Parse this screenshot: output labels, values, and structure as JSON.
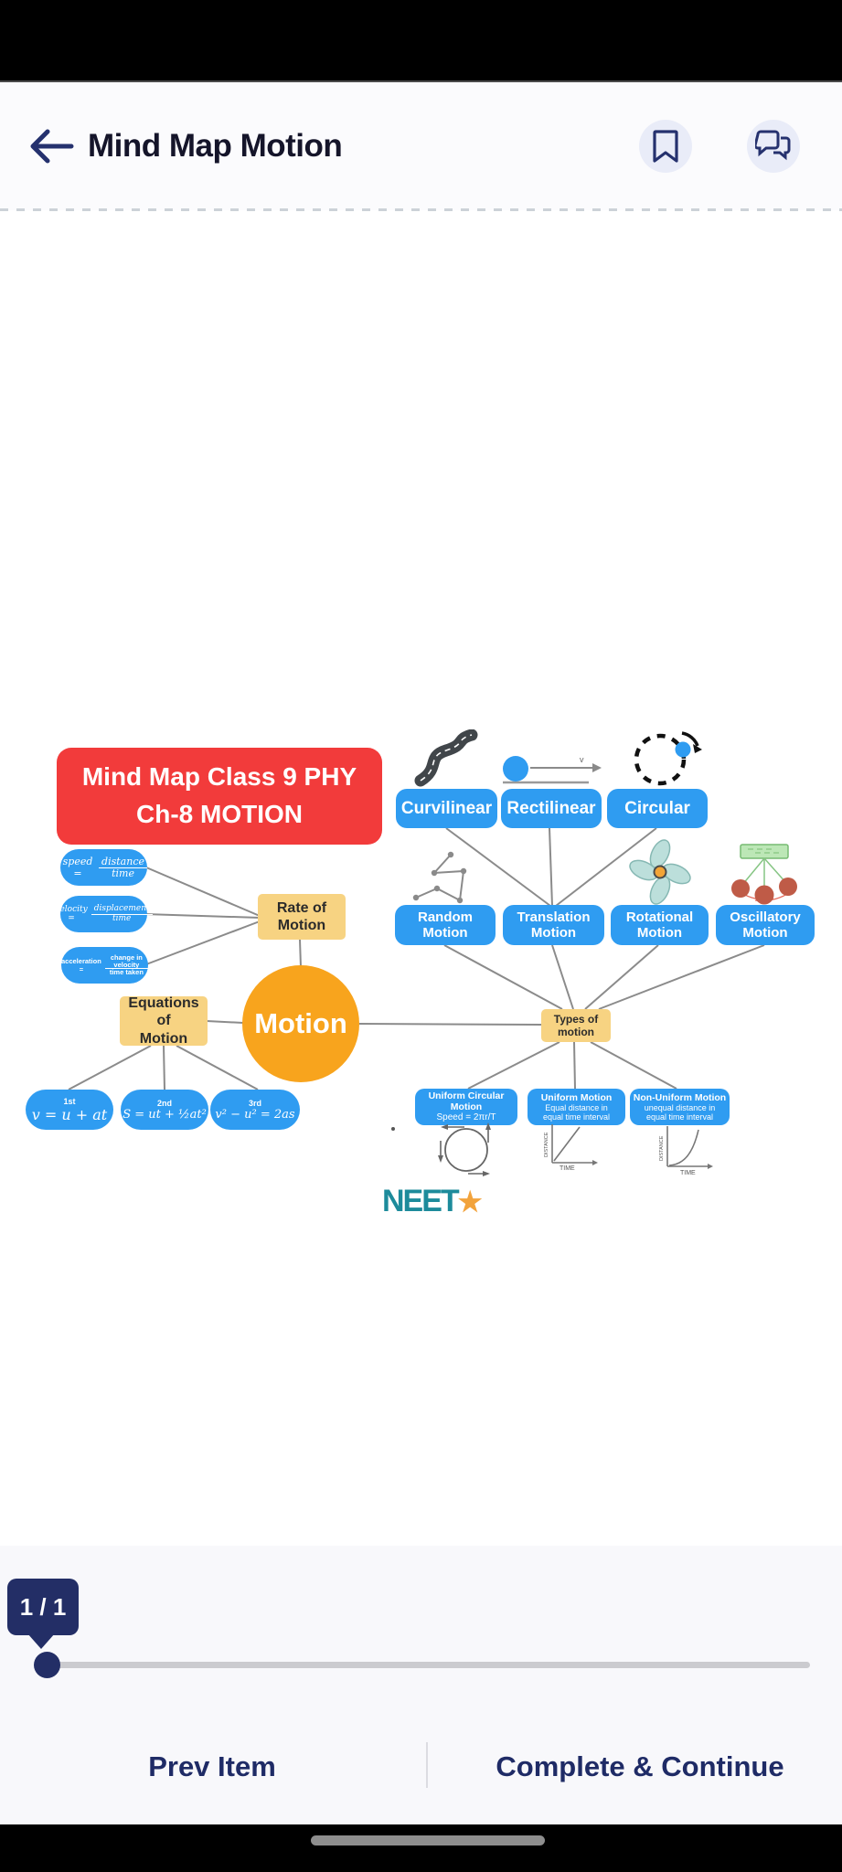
{
  "header": {
    "title": "Mind Map Motion"
  },
  "mindmap": {
    "title": {
      "line1": "Mind Map Class 9 PHY",
      "line2": "Ch-8 MOTION"
    },
    "pills": {
      "speed": {
        "lhs": "speed =",
        "num": "distance",
        "den": "time"
      },
      "velocity": {
        "lhs": "velocity =",
        "num": "displacement",
        "den": "time"
      },
      "acceleration": {
        "lhs": "acceleration =",
        "num": "change in velocity",
        "den": "time taken"
      }
    },
    "rate": {
      "line1": "Rate of",
      "line2": "Motion"
    },
    "center": "Motion",
    "equations": {
      "line1": "Equations of",
      "line2": "Motion"
    },
    "formulas": [
      {
        "tag": "1st",
        "text": "v = u + at"
      },
      {
        "tag": "2nd",
        "text": "S = ut + ½at²"
      },
      {
        "tag": "3rd",
        "text": "v² − u² = 2as"
      }
    ],
    "top_row": [
      {
        "label": "Curvilinear"
      },
      {
        "label": "Rectilinear"
      },
      {
        "label": "Circular"
      }
    ],
    "rectilinear_arrow_label": "v",
    "mid_row": [
      {
        "line1": "Random",
        "line2": "Motion"
      },
      {
        "line1": "Translation",
        "line2": "Motion"
      },
      {
        "line1": "Rotational",
        "line2": "Motion"
      },
      {
        "line1": "Oscillatory",
        "line2": "Motion"
      }
    ],
    "neet": {
      "name": "NEET",
      "star": "★"
    },
    "types": {
      "line1": "Types of",
      "line2": "motion"
    },
    "bottom_row": [
      {
        "line1": "Uniform Circular Motion",
        "line2": "Speed = 2πr/T",
        "line3": ""
      },
      {
        "line1": "Uniform Motion",
        "line2": "Equal distance in",
        "line3": "equal time interval"
      },
      {
        "line1": "Non-Uniform Motion",
        "line2": "unequal distance in",
        "line3": "equal time interval"
      }
    ],
    "graphs": {
      "y_label": "DISTANCE",
      "x_label": "TIME"
    }
  },
  "pager": {
    "indicator": "1 / 1"
  },
  "footer": {
    "prev": "Prev Item",
    "complete": "Complete & Continue"
  },
  "colors": {
    "accent_blue": "#2F9CF1",
    "red": "#F23B3B",
    "orange": "#F8A41D",
    "tan": "#F7D382",
    "navy": "#232E66",
    "teal": "#1D8B9B",
    "track_gray": "#CBCBCF"
  }
}
